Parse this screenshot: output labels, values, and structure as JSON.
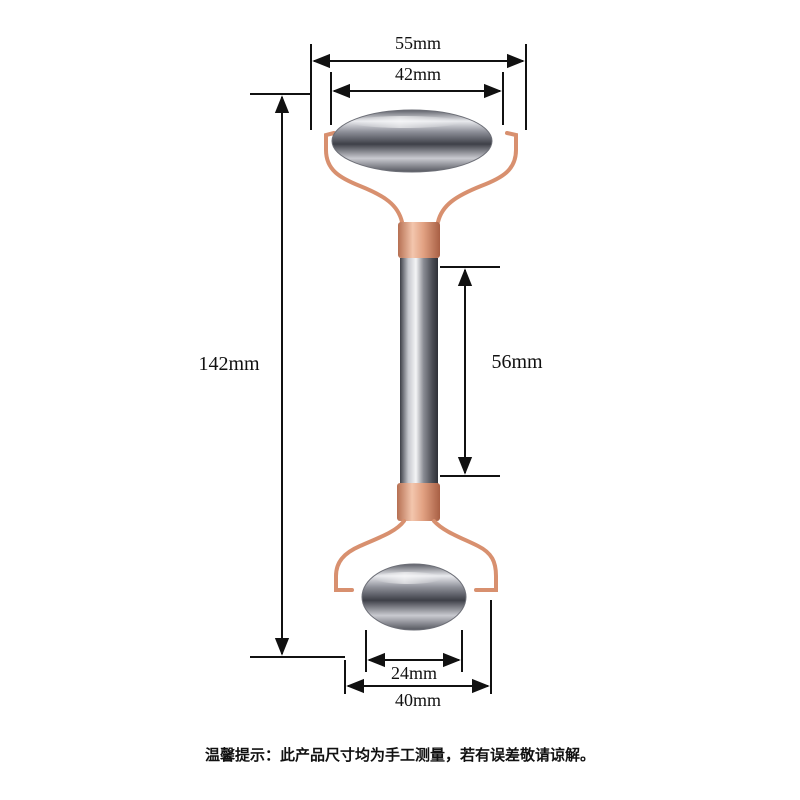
{
  "dimensions": {
    "overall_length": "142mm",
    "large_frame_width": "55mm",
    "large_roller_length": "42mm",
    "handle_length": "56mm",
    "small_roller_length": "24mm",
    "small_frame_width": "40mm"
  },
  "note": "温馨提示：此产品尺寸均为手工测量，若有误差敬请谅解。",
  "colors": {
    "frame": "#d8906f",
    "metal_light": "#f2f2f4",
    "metal_dark": "#4a4c55",
    "line": "#111111"
  }
}
